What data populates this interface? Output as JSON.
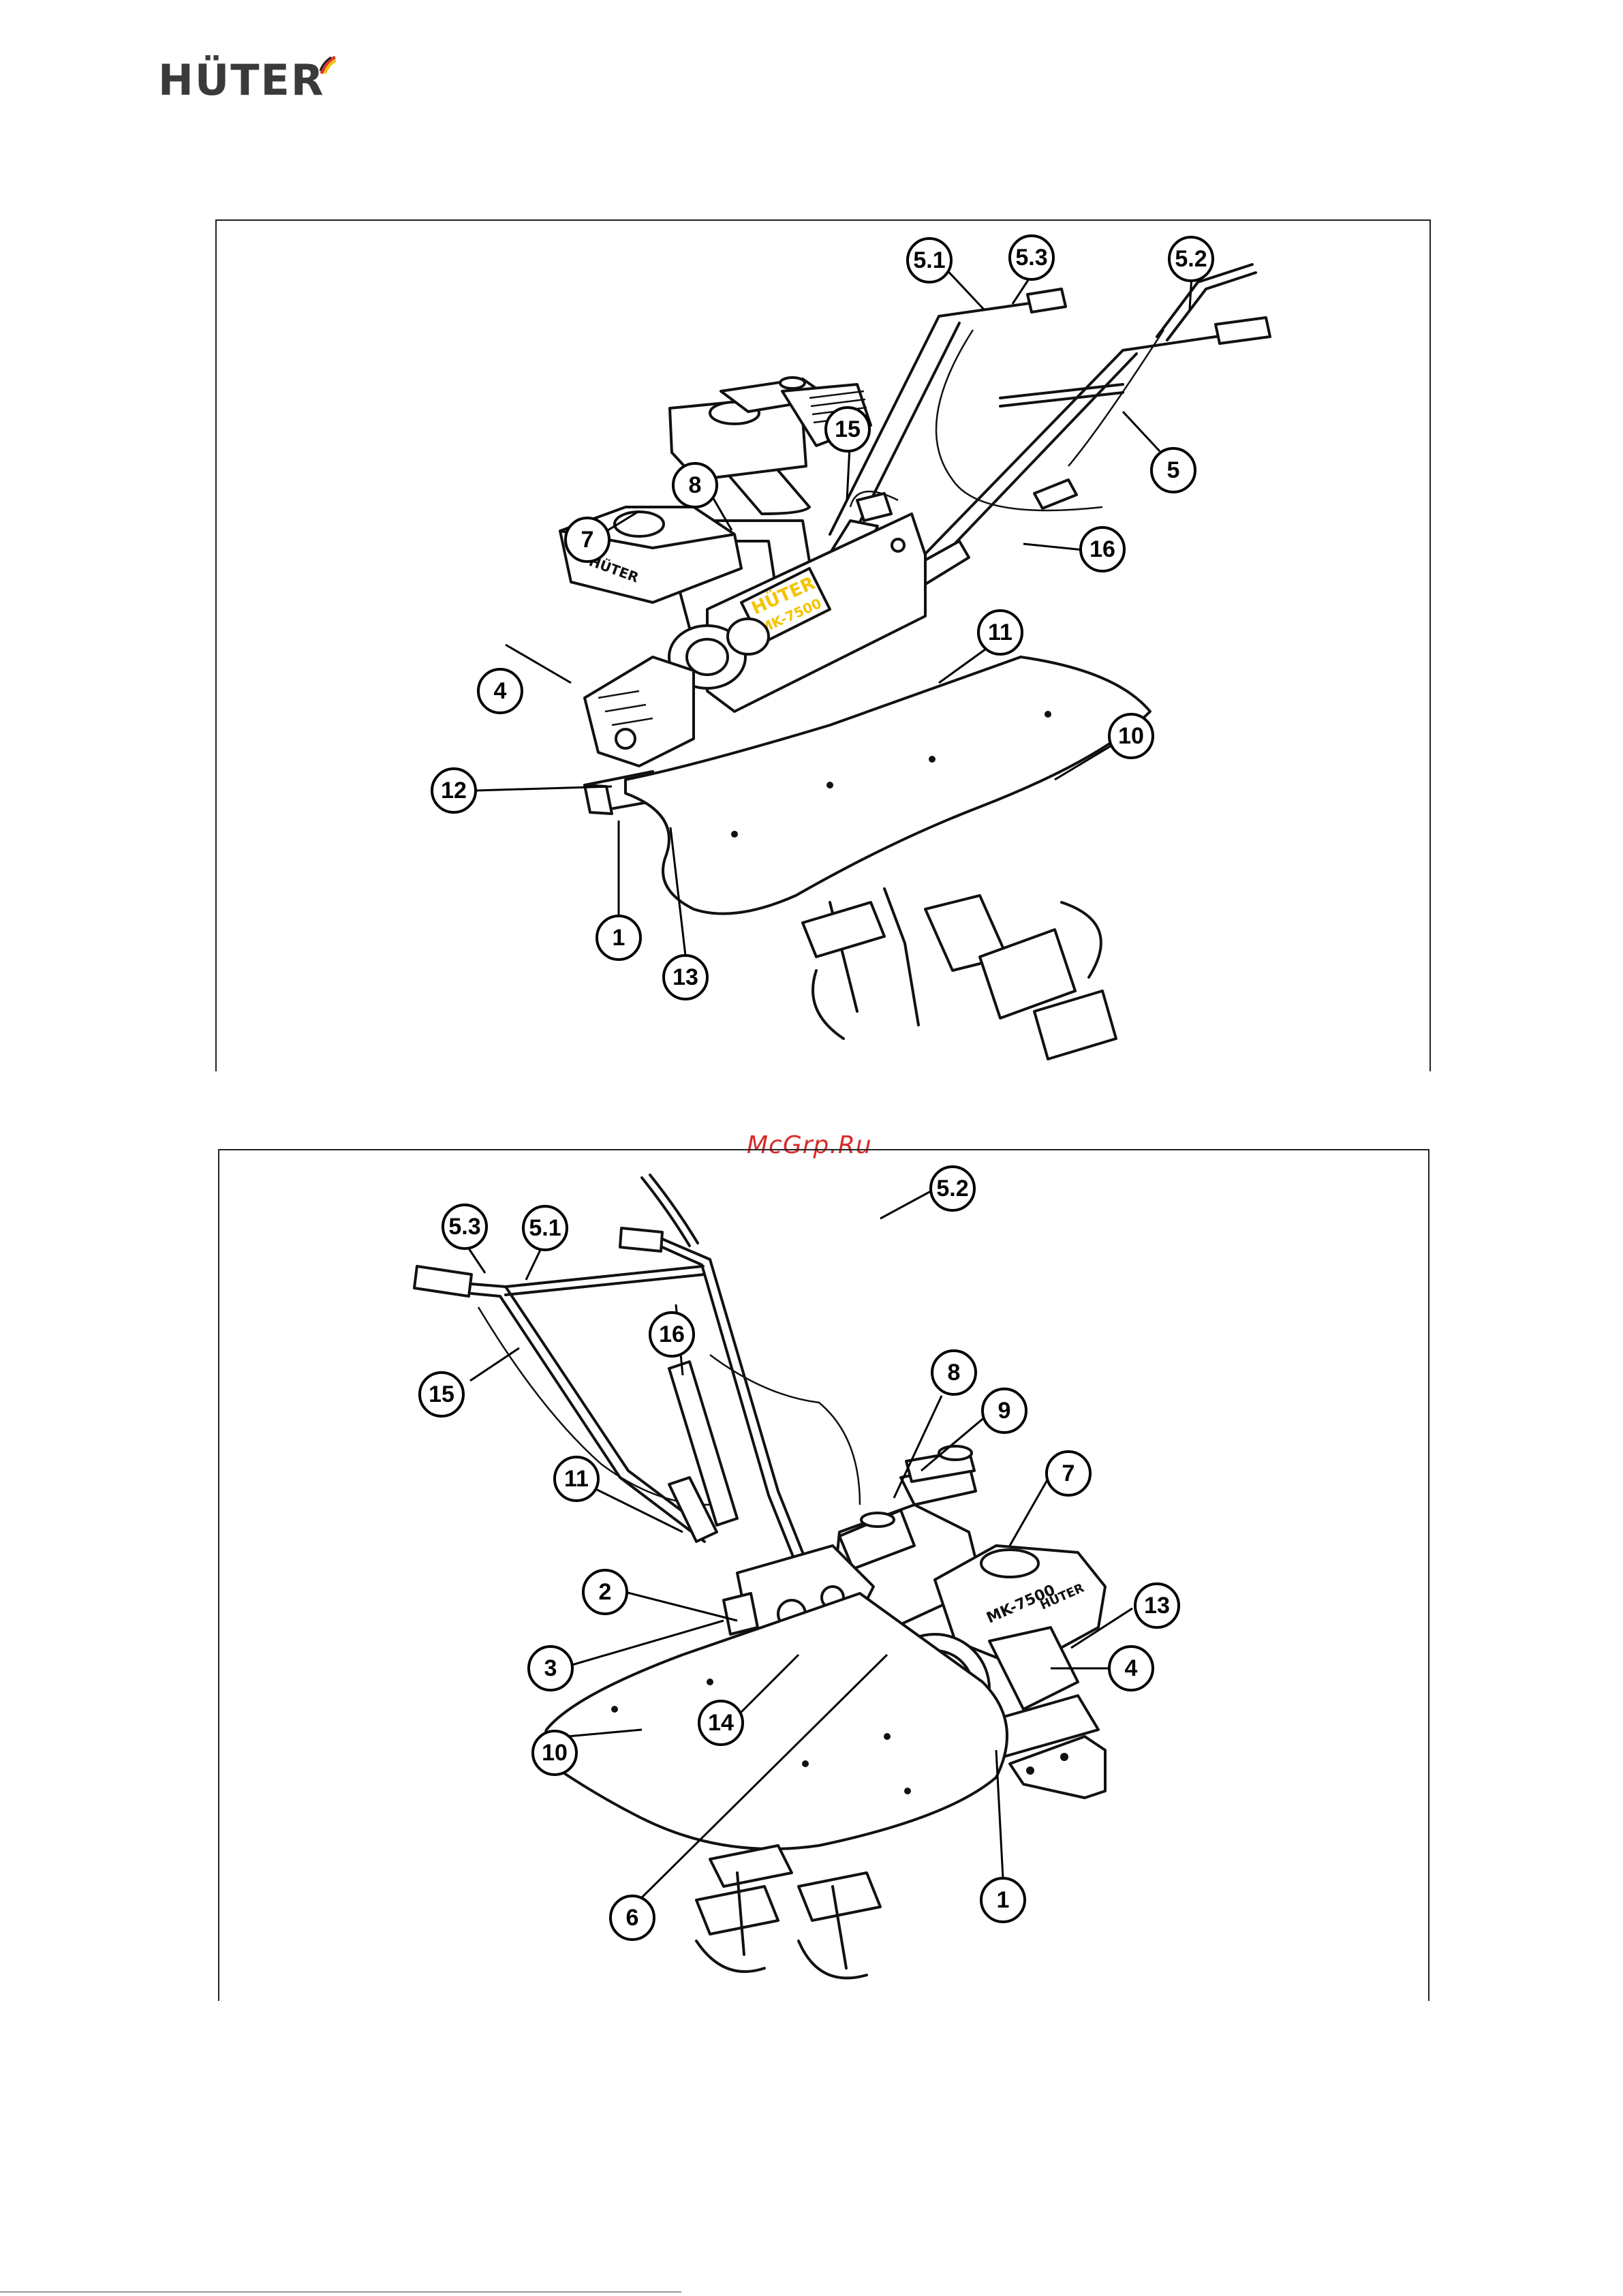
{
  "header": {
    "brand": "HÜTER"
  },
  "watermark": "McGrp.Ru",
  "figure_top": {
    "machine_badge_brand": "HÜTER",
    "machine_badge_model": "MK-7500",
    "engine_brand": "HÜTER",
    "callouts": [
      "5.1",
      "5.3",
      "5.2",
      "15",
      "5",
      "8",
      "7",
      "16",
      "11",
      "4",
      "10",
      "12",
      "1",
      "13"
    ]
  },
  "figure_bottom": {
    "engine_model_label": "MK-7500",
    "engine_brand": "HÜTER",
    "callouts": [
      "5.3",
      "5.1",
      "5.2",
      "16",
      "15",
      "8",
      "9",
      "7",
      "11",
      "2",
      "13",
      "3",
      "4",
      "14",
      "10",
      "6",
      "1"
    ]
  }
}
